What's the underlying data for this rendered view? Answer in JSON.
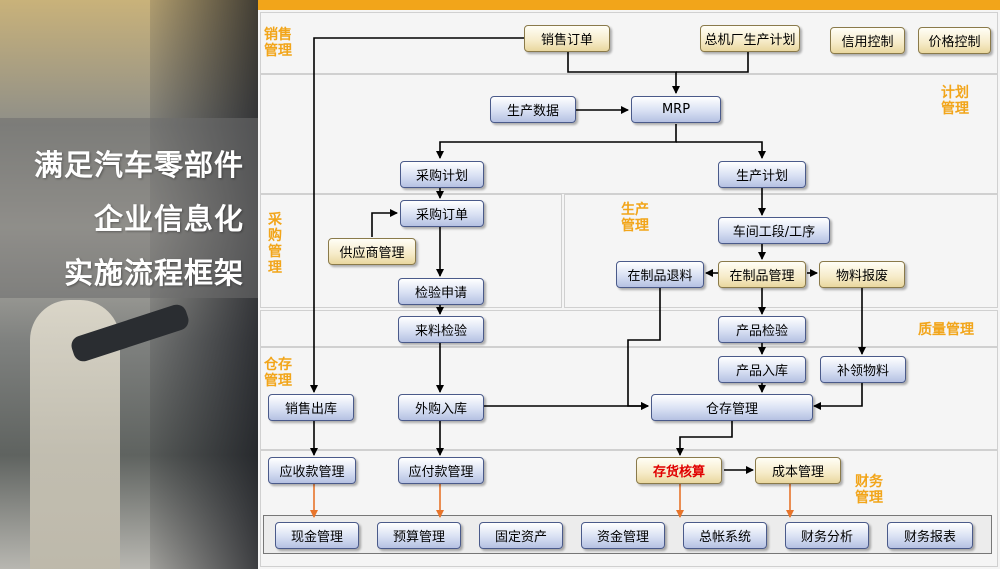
{
  "title_lines": [
    "满足汽车零部件",
    "企业信息化",
    "实施流程框架"
  ],
  "zones": {
    "sales": "销售\n管理",
    "planning": "计划\n管理",
    "purchasing": "采\n购\n管\n理",
    "production": "生产\n管理",
    "quality": "质量管理",
    "warehouse": "仓存\n管理",
    "finance": "财务\n管理"
  },
  "nodes": {
    "sales_order": "销售订单",
    "oem_plan": "总机厂生产计划",
    "credit_control": "信用控制",
    "price_control": "价格控制",
    "production_data": "生产数据",
    "mrp": "MRP",
    "purchase_plan": "采购计划",
    "production_plan": "生产计划",
    "purchase_order": "采购订单",
    "supplier_mgmt": "供应商管理",
    "inspection_request": "检验申请",
    "workshop_process": "车间工段/工序",
    "wip_return": "在制品退料",
    "wip_mgmt": "在制品管理",
    "material_scrap": "物料报废",
    "incoming_inspection": "来料检验",
    "product_inspection": "产品检验",
    "product_stockin": "产品入库",
    "material_replenish": "补领物料",
    "sales_outbound": "销售出库",
    "purchase_stockin": "外购入库",
    "warehouse_mgmt": "仓存管理",
    "receivables": "应收款管理",
    "payables": "应付款管理",
    "inventory_accounting": "存货核算",
    "cost_mgmt": "成本管理"
  },
  "finance_modules": [
    "现金管理",
    "预算管理",
    "固定资产",
    "资金管理",
    "总帐系统",
    "财务分析",
    "财务报表"
  ],
  "colors": {
    "accent": "#f2a51a",
    "highlight": "#e00000",
    "arrow_orange": "#e8742a"
  }
}
